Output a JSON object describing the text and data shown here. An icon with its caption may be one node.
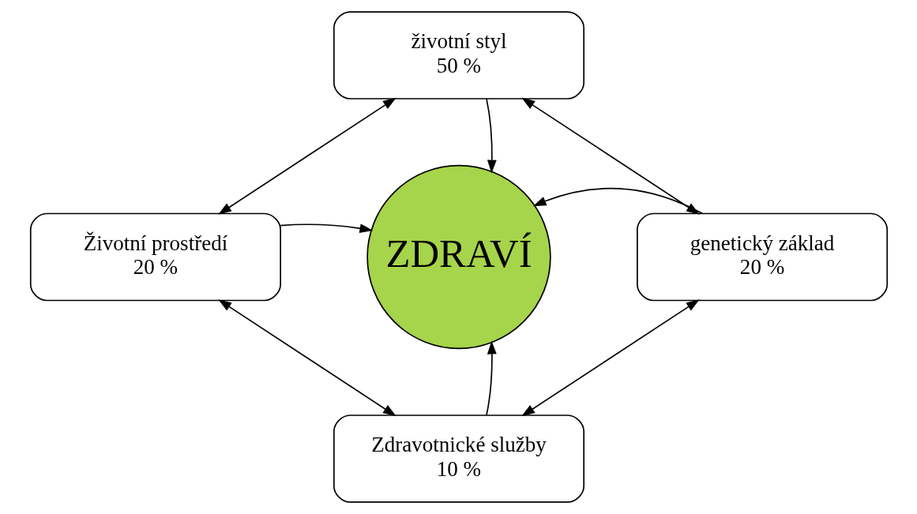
{
  "diagram": {
    "nodes": [
      {
        "text": [
          "životní styl",
          "50 %"
        ]
      },
      {
        "text": [
          "Životní prostředí",
          "20 %"
        ]
      },
      {
        "text": [
          "ZDRAVÍ"
        ]
      },
      {
        "text": [
          "genetický základ",
          "20 %"
        ]
      },
      {
        "text": [
          "Zdravotnické služby",
          "10 %"
        ]
      }
    ],
    "edges": [
      {
        "from": 0,
        "to": 2,
        "arrow": "to"
      },
      {
        "from": 1,
        "to": 2,
        "arrow": "to"
      },
      {
        "from": 3,
        "to": 2,
        "arrow": "to"
      },
      {
        "from": 4,
        "to": 2,
        "arrow": "to"
      },
      {
        "from": 1,
        "to": 0,
        "arrow": "both"
      },
      {
        "from": 0,
        "to": 3,
        "arrow": "both"
      },
      {
        "from": 1,
        "to": 4,
        "arrow": "both"
      },
      {
        "from": 4,
        "to": 3,
        "arrow": "both"
      }
    ]
  }
}
